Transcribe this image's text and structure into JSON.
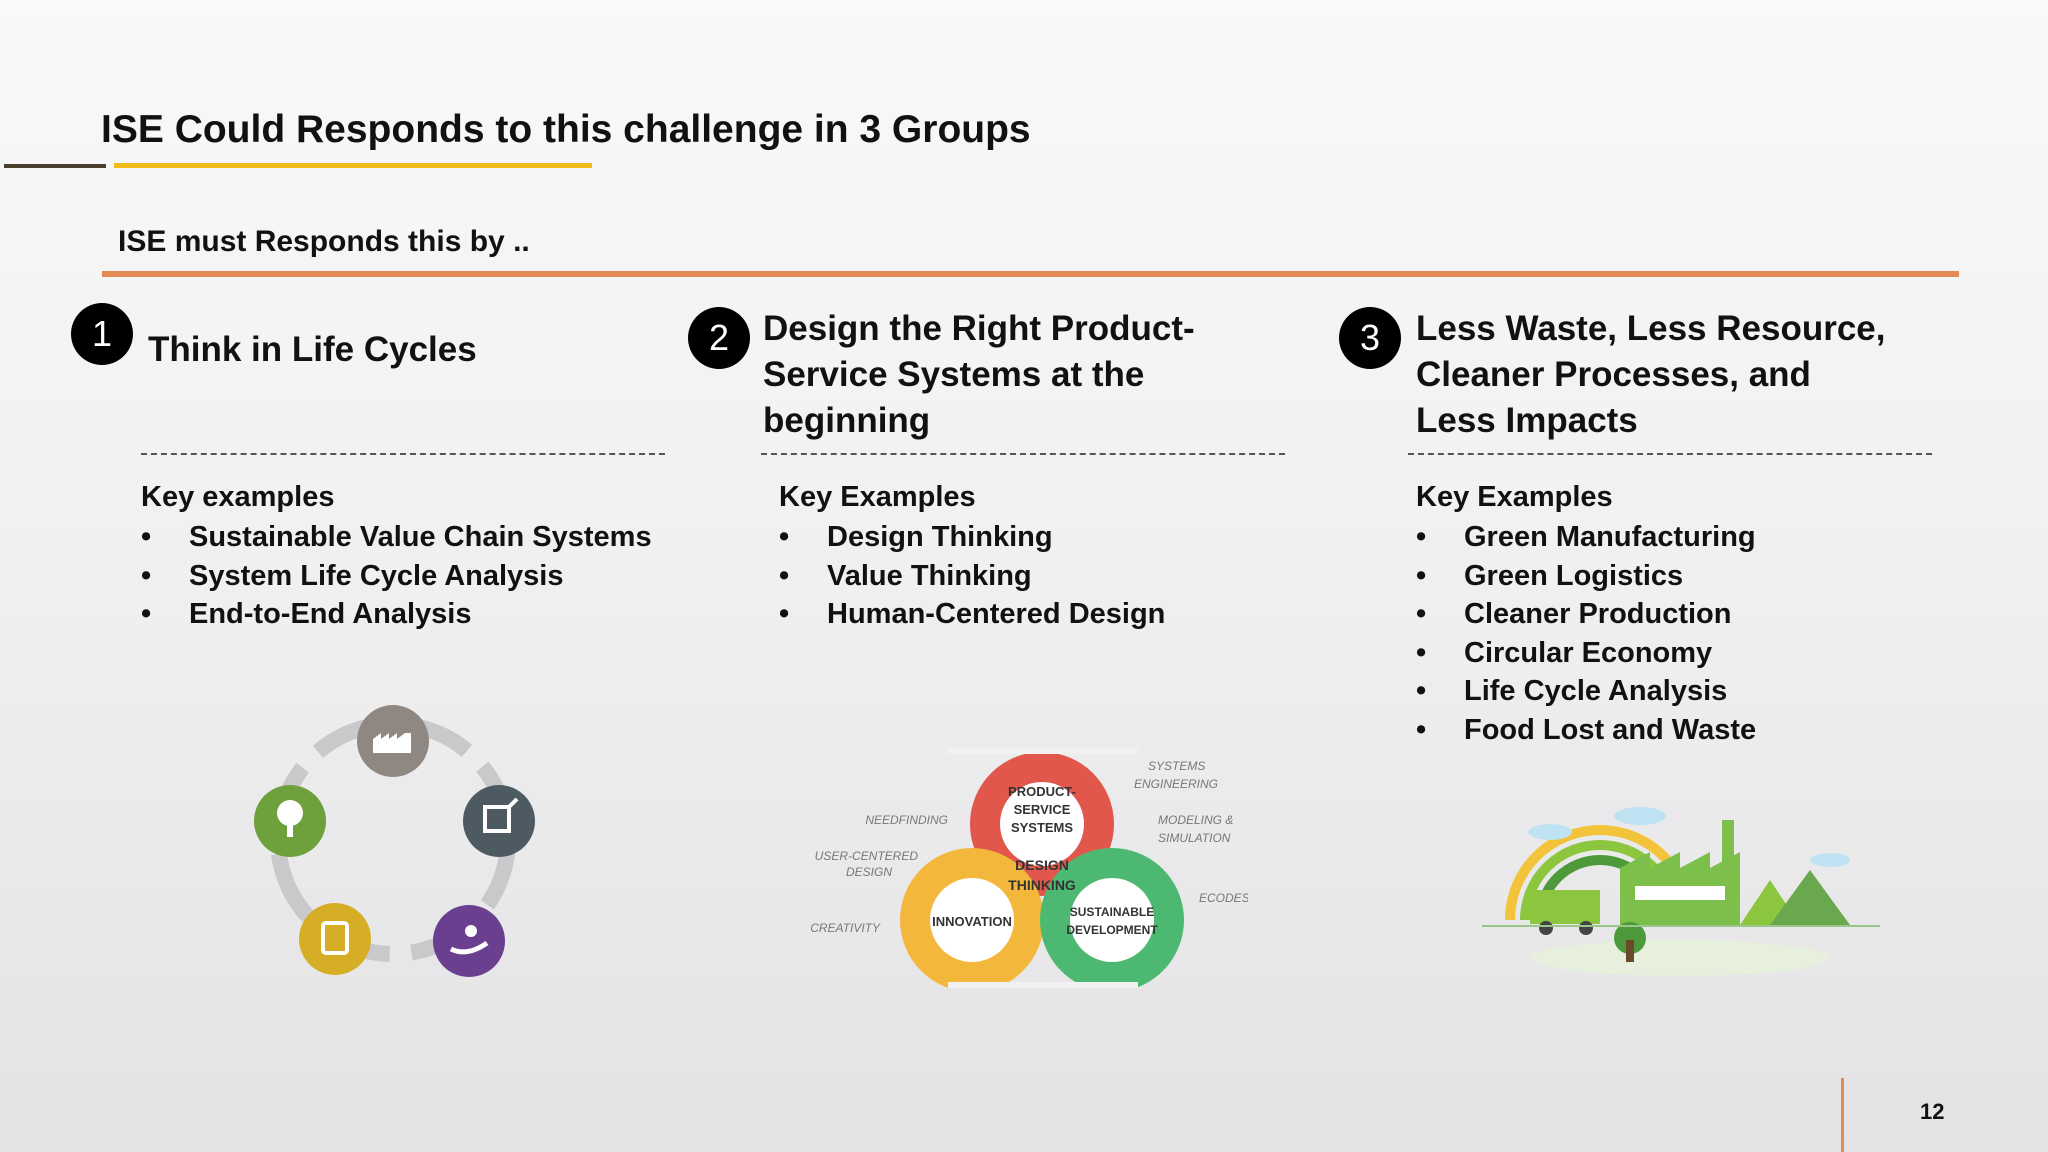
{
  "slide": {
    "title": "ISE Could Responds to this challenge in 3 Groups",
    "subtitle": "ISE must Responds this by ..",
    "page_number": "12"
  },
  "groups": [
    {
      "number": "1",
      "heading": "Think in Life Cycles",
      "examples_label": "Key examples",
      "items": [
        "Sustainable Value Chain Systems",
        "System Life Cycle Analysis",
        "End-to-End Analysis"
      ]
    },
    {
      "number": "2",
      "heading": "Design the Right Product-Service Systems at the beginning",
      "examples_label": "Key Examples",
      "items": [
        "Design Thinking",
        "Value Thinking",
        "Human-Centered Design"
      ]
    },
    {
      "number": "3",
      "heading": "Less Waste, Less Resource, Cleaner Processes, and Less Impacts",
      "examples_label": "Key Examples",
      "items": [
        "Green Manufacturing",
        "Green Logistics",
        "Cleaner Production",
        "Circular Economy",
        "Life Cycle Analysis",
        "Food Lost and Waste"
      ]
    }
  ],
  "design_thinking_diagram": {
    "center": "DESIGN THINKING",
    "top": "PRODUCT-SERVICE SYSTEMS",
    "left": "INNOVATION",
    "right": "SUSTAINABLE DEVELOPMENT",
    "outer_labels": [
      "NEEDFINDING",
      "USER-CENTERED DESIGN",
      "CREATIVITY",
      "SYSTEMS ENGINEERING",
      "MODELING & SIMULATION",
      "ECODESIGN"
    ]
  },
  "colors": {
    "accent_orange": "#e38a55",
    "accent_gold": "#f2bd1a",
    "red": "#e2574c",
    "yellow": "#f3b83b",
    "green": "#4cb871"
  }
}
